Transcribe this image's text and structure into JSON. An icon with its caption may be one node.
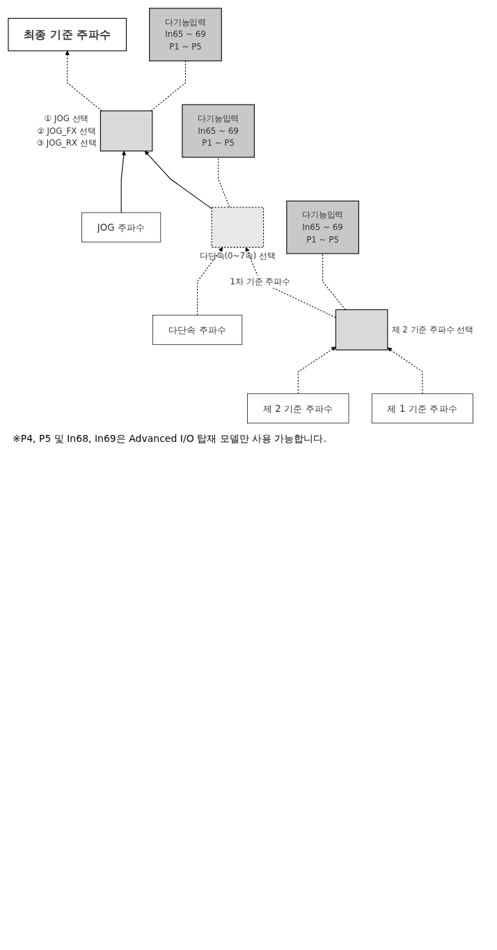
{
  "diagram": {
    "nodes": [
      {
        "text": [
          "제 1 기준 주파수"
        ]
      },
      {
        "text": [
          "제 2 기준 주파수"
        ]
      },
      {
        "text": [
          "다단속 주파수"
        ]
      },
      {
        "text": [
          "JOG 주파수"
        ]
      },
      {
        "text": [],
        "shape": "box",
        "beside": [
          "제 2 기준 주파수 선택"
        ]
      },
      {
        "text": [
          "다기능입력",
          "In65 ~ 69",
          "P1 ~ P5"
        ]
      },
      {
        "text": [],
        "shape": "box",
        "beside": [
          "다단속(0~7속) 선택"
        ]
      },
      {
        "text": [
          "다기능입력",
          "In65 ~ 69",
          "P1 ~ P5"
        ]
      },
      {
        "text": [],
        "shape": "box",
        "beside": [
          "① JOG 선택",
          "② JOG_FX 선택",
          "③ JOG_RX 선택"
        ]
      },
      {
        "text": [
          "다기능입력",
          "In65 ~ 69",
          "P1 ~ P5"
        ]
      },
      {
        "text": [
          "최종 기준 주파수"
        ]
      }
    ],
    "edges": [
      {
        "from": 0,
        "to": 4,
        "arrow": "to",
        "style": "dashed"
      },
      {
        "from": 1,
        "to": 4,
        "arrow": "to",
        "style": "dashed"
      },
      {
        "from": 5,
        "to": 4,
        "arrow": "none",
        "style": "dashed"
      },
      {
        "from": 4,
        "to": 6,
        "arrow": "to",
        "style": "dashed",
        "label": "1차 기준 주파수"
      },
      {
        "from": 2,
        "to": 6,
        "arrow": "to",
        "style": "dashed"
      },
      {
        "from": 7,
        "to": 6,
        "arrow": "none",
        "style": "dashed"
      },
      {
        "from": 6,
        "to": 8,
        "arrow": "to"
      },
      {
        "from": 3,
        "to": 8,
        "arrow": "to"
      },
      {
        "from": 9,
        "to": 8,
        "arrow": "none",
        "style": "dashed"
      },
      {
        "from": 8,
        "to": 10,
        "arrow": "to",
        "style": "dashed"
      }
    ],
    "labels": [
      "※P4, P5 및 In68, In69은 Advanced I/O 탑재 모델만 사용 가능합니다."
    ]
  }
}
